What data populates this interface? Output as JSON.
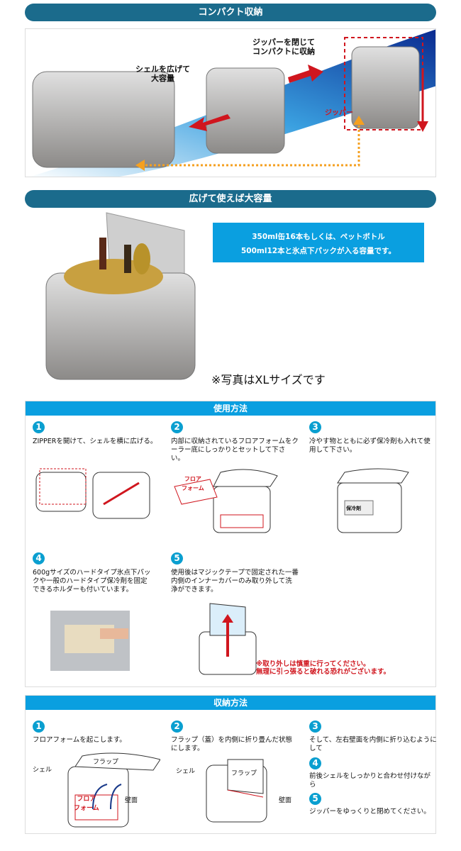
{
  "banner1": "コンパクト収納",
  "banner2": "広げて使えば大容量",
  "hero": {
    "label_open": "シェルを広げて\n大容量",
    "label_close": "ジッパーを閉じて\nコンパクトに収納",
    "label_zipper": "ジッパー"
  },
  "capacity": {
    "line1": "350ml缶16本もしくは、ペットボトル",
    "line2": "500ml12本と氷点下パックが入る容量です。",
    "note": "※写真はXLサイズです"
  },
  "usage": {
    "title": "使用方法",
    "steps": [
      {
        "n": "1",
        "text": "ZIPPERを開けて、シェルを横に広げる。"
      },
      {
        "n": "2",
        "text": "内部に収納されているフロアフォームをクーラー底にしっかりとセットして下さい。",
        "label": "フロア\nフォーム"
      },
      {
        "n": "3",
        "text": "冷やす物とともに必ず保冷剤も入れて使用して下さい。",
        "label": "保冷剤"
      },
      {
        "n": "4",
        "text": "600gサイズのハードタイプ氷点下パックや一般のハードタイプ保冷剤を固定できるホルダーも付いています。"
      },
      {
        "n": "5",
        "text": "使用後はマジックテープで固定された一番内側のインナーカバーのみ取り外して洗浄ができます。"
      }
    ],
    "warning": "※取り外しは慎重に行ってください。\n無理に引っ張ると破れる恐れがございます。"
  },
  "storage": {
    "title": "収納方法",
    "steps": [
      {
        "n": "1",
        "text": "フロアフォームを起こします。"
      },
      {
        "n": "2",
        "text": "フラップ（蓋）を内側に折り畳んだ状態にします。"
      },
      {
        "n": "3",
        "text": "そして、左右壁面を内側に折り込むようにして"
      },
      {
        "n": "4",
        "text": "前後シェルをしっかりと合わせ付けながら"
      },
      {
        "n": "5",
        "text": "ジッパーをゆっくりと閉めてください。"
      }
    ],
    "labels": {
      "shell": "シェル",
      "flap": "フラップ",
      "wall": "壁面",
      "floor": "フロア\nフォーム"
    }
  },
  "colors": {
    "banner": "#1b6b8c",
    "section": "#0a9fe0",
    "arrow": "#d0161e",
    "dotted": "#f5a020"
  }
}
